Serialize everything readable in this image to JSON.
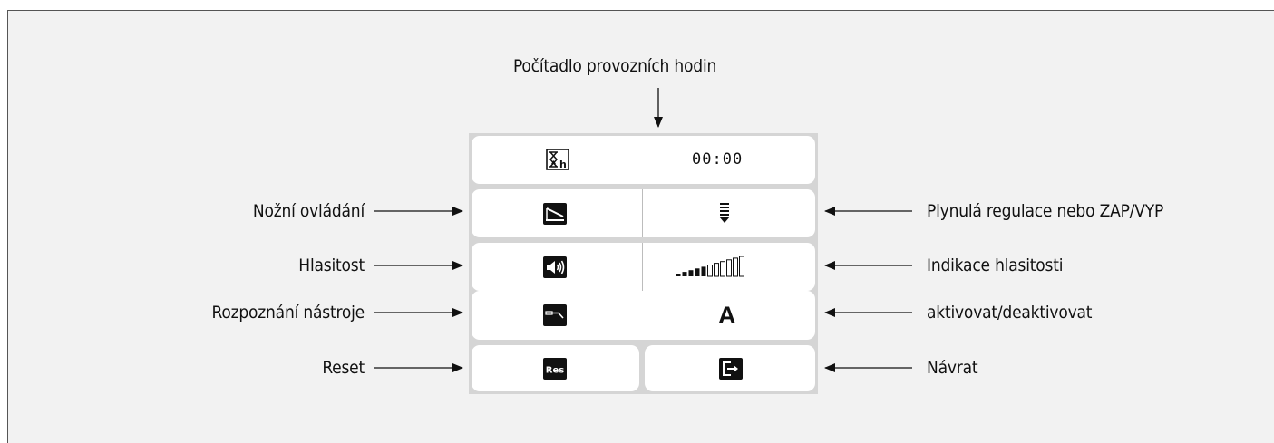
{
  "header_label": "Počítadlo provozních hodin",
  "left_labels": {
    "foot_control": "Nožní ovládání",
    "volume": "Hlasitost",
    "instrument_recognition": "Rozpoznání nástroje",
    "reset": "Reset"
  },
  "right_labels": {
    "smooth_control": "Plynulá regulace nebo ZAP/VYP",
    "volume_indication": "Indikace hlasitosti",
    "activate": "aktivovat/deaktivovat",
    "return": "Návrat"
  },
  "panel": {
    "time_value": "00:00",
    "instrument_mode_letter": "A",
    "reset_icon_text": "Res",
    "hourglass_sub": "h"
  },
  "icons": {
    "hourglass": "hourglass-hours-icon",
    "foot_pedal": "foot-pedal-icon",
    "smooth_regulation": "smooth-regulation-icon",
    "speaker": "speaker-volume-icon",
    "volume_bars": "volume-level-bars-icon",
    "instrument": "instrument-icon",
    "reset": "reset-icon",
    "return": "return-exit-icon"
  },
  "volume_level": {
    "filled": 5,
    "total": 11
  }
}
